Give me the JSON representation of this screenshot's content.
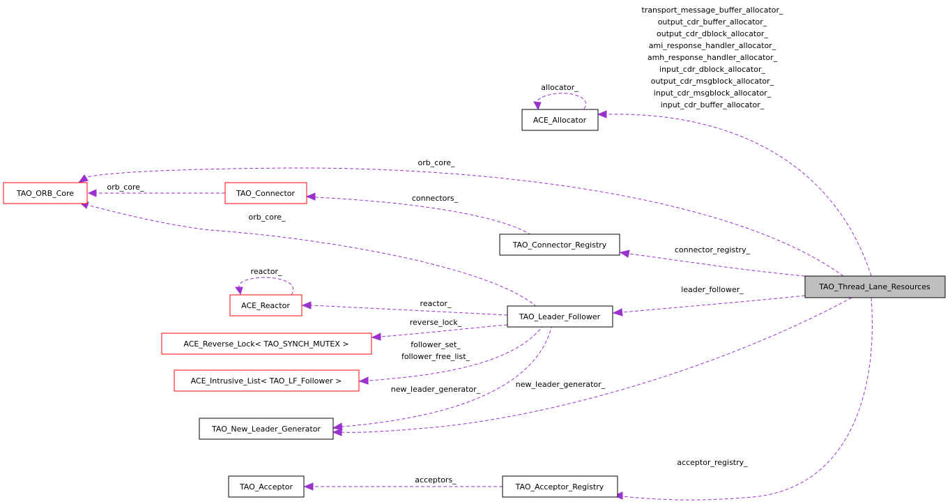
{
  "colors": {
    "edge": "#9a32cd",
    "node_border_black": "#000000",
    "node_border_red": "#ff0000",
    "node_highlight_fill": "#bfbfbf",
    "node_fill": "#ffffff"
  },
  "nodes": {
    "thread_lane_resources": {
      "label": "TAO_Thread_Lane_Resources",
      "border": "black",
      "highlighted": true
    },
    "ace_allocator": {
      "label": "ACE_Allocator",
      "border": "black"
    },
    "orb_core": {
      "label": "TAO_ORB_Core",
      "border": "red"
    },
    "connector": {
      "label": "TAO_Connector",
      "border": "red"
    },
    "connector_registry": {
      "label": "TAO_Connector_Registry",
      "border": "black"
    },
    "ace_reactor": {
      "label": "ACE_Reactor",
      "border": "red"
    },
    "leader_follower": {
      "label": "TAO_Leader_Follower",
      "border": "black"
    },
    "reverse_lock": {
      "label": "ACE_Reverse_Lock< TAO_SYNCH_MUTEX >",
      "border": "red"
    },
    "intrusive_list": {
      "label": "ACE_Intrusive_List< TAO_LF_Follower >",
      "border": "red"
    },
    "new_leader_generator": {
      "label": "TAO_New_Leader_Generator",
      "border": "black"
    },
    "acceptor": {
      "label": "TAO_Acceptor",
      "border": "black"
    },
    "acceptor_registry": {
      "label": "TAO_Acceptor_Registry",
      "border": "black"
    }
  },
  "edges": {
    "allocators": {
      "labels": [
        "transport_message_buffer_allocator_",
        "output_cdr_buffer_allocator_",
        "output_cdr_dblock_allocator_",
        "ami_response_handler_allocator_",
        "amh_response_handler_allocator_",
        "input_cdr_dblock_allocator_",
        "output_cdr_msgblock_allocator_",
        "input_cdr_msgblock_allocator_",
        "input_cdr_buffer_allocator_"
      ]
    },
    "allocator_self": "allocator_",
    "reactor_self": "reactor_",
    "tlr_orb_core": "orb_core_",
    "connector_orb_core": "orb_core_",
    "lf_orb_core": "orb_core_",
    "connectors": "connectors_",
    "connector_registry": "connector_registry_",
    "leader_follower": "leader_follower_",
    "reactor": "reactor_",
    "reverse_lock": "reverse_lock_",
    "follower_lists": [
      "follower_set_",
      "follower_free_list_"
    ],
    "lf_new_leader_generator": "new_leader_generator_",
    "tlr_new_leader_generator": "new_leader_generator_",
    "acceptors": "acceptors_",
    "acceptor_registry": "acceptor_registry_"
  }
}
